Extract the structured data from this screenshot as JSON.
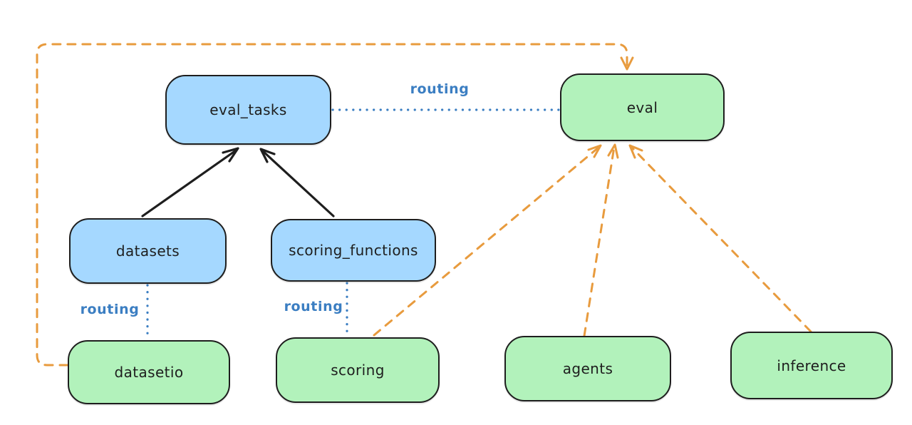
{
  "diagram": {
    "nodes": {
      "eval_tasks": {
        "label": "eval_tasks",
        "kind": "blue"
      },
      "eval": {
        "label": "eval",
        "kind": "green"
      },
      "datasets": {
        "label": "datasets",
        "kind": "blue"
      },
      "scoring_functions": {
        "label": "scoring_functions",
        "kind": "blue"
      },
      "datasetio": {
        "label": "datasetio",
        "kind": "green"
      },
      "scoring": {
        "label": "scoring",
        "kind": "green"
      },
      "agents": {
        "label": "agents",
        "kind": "green"
      },
      "inference": {
        "label": "inference",
        "kind": "green"
      }
    },
    "edges": [
      {
        "from": "datasets",
        "to": "eval_tasks",
        "style": "solid-black-arrow"
      },
      {
        "from": "scoring_functions",
        "to": "eval_tasks",
        "style": "solid-black-arrow"
      },
      {
        "from": "eval_tasks",
        "to": "eval",
        "style": "dotted-blue",
        "label": "routing"
      },
      {
        "from": "datasets",
        "to": "datasetio",
        "style": "dotted-blue",
        "label": "routing"
      },
      {
        "from": "scoring_functions",
        "to": "scoring",
        "style": "dotted-blue",
        "label": "routing"
      },
      {
        "from": "datasetio",
        "to": "eval",
        "style": "dashed-orange-arrow"
      },
      {
        "from": "scoring",
        "to": "eval",
        "style": "dashed-orange-arrow"
      },
      {
        "from": "agents",
        "to": "eval",
        "style": "dashed-orange-arrow"
      },
      {
        "from": "inference",
        "to": "eval",
        "style": "dashed-orange-arrow"
      }
    ],
    "colors": {
      "node_blue_fill": "#a5d8ff",
      "node_green_fill": "#b2f2bb",
      "node_stroke": "#1e1e1e",
      "routing_blue": "#3b7ec2",
      "arrow_orange": "#e89b3e",
      "arrow_black": "#1e1e1e",
      "canvas_bg": "#ffffff"
    }
  }
}
